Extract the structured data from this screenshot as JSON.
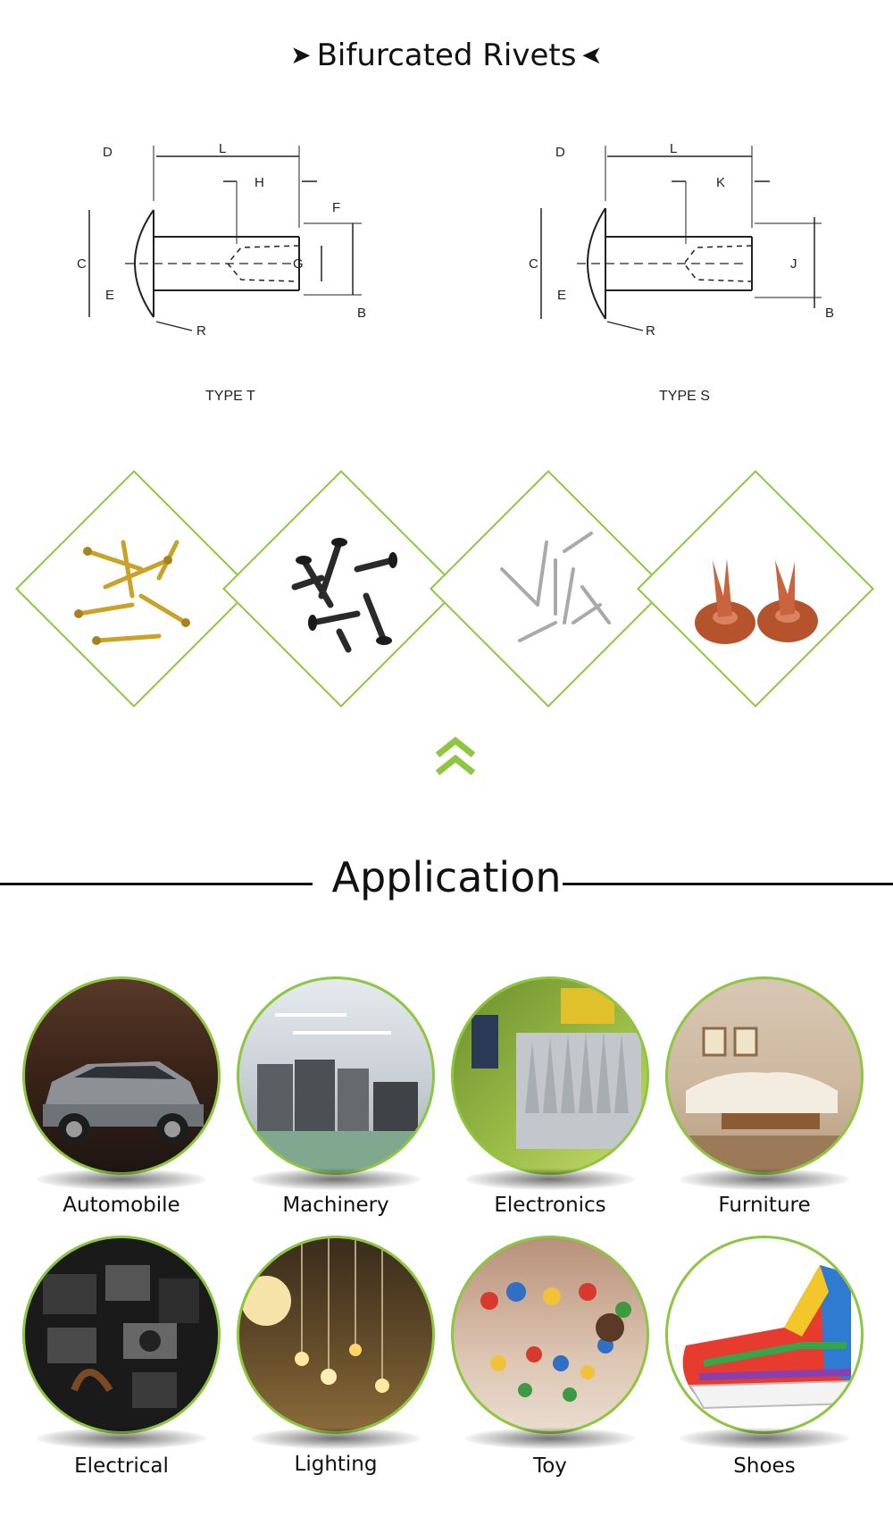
{
  "page_title": "Bifurcated Rivets",
  "diagrams": [
    {
      "type_label": "TYPE T",
      "dims": [
        "D",
        "L",
        "H",
        "F",
        "C",
        "G",
        "E",
        "R",
        "B"
      ]
    },
    {
      "type_label": "TYPE S",
      "dims": [
        "D",
        "L",
        "K",
        "C",
        "J",
        "E",
        "R",
        "B"
      ]
    }
  ],
  "products": [
    {
      "name": "brass-rivets",
      "color": "#c9a227"
    },
    {
      "name": "black-rivets",
      "color": "#2a2a2a"
    },
    {
      "name": "steel-rivets",
      "color": "#b0b0b0"
    },
    {
      "name": "copper-rivets",
      "color": "#c8653e"
    }
  ],
  "section_title": "Application",
  "applications": [
    {
      "label": "Automobile"
    },
    {
      "label": "Machinery"
    },
    {
      "label": "Electronics"
    },
    {
      "label": "Furniture"
    },
    {
      "label": "Electrical"
    },
    {
      "label": "Lighting"
    },
    {
      "label": "Toy"
    },
    {
      "label": "Shoes"
    }
  ],
  "accent_color": "#8dc63f"
}
